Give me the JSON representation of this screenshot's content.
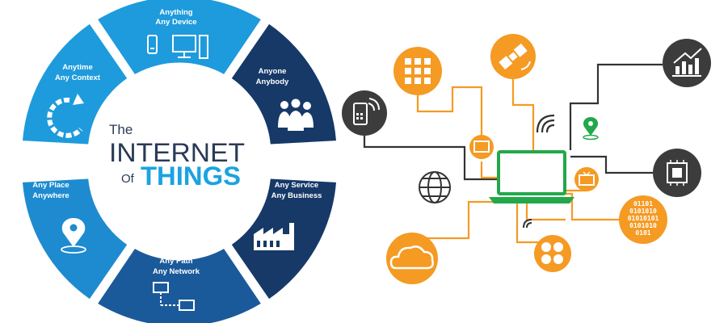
{
  "title": {
    "line1": "The",
    "line2": "INTERNET",
    "line3_prefix": "Of",
    "line3": "THINGS"
  },
  "segments": [
    {
      "line1": "Anything",
      "line2": "Any Device",
      "icon": "device-icon",
      "color": "#1e9bdc"
    },
    {
      "line1": "Anyone",
      "line2": "Anybody",
      "icon": "people-icon",
      "color": "#163968"
    },
    {
      "line1": "Any Service",
      "line2": "Any Business",
      "icon": "factory-icon",
      "color": "#163968"
    },
    {
      "line1": "Any Path",
      "line2": "Any Network",
      "icon": "network-path-icon",
      "color": "#1b5a9a"
    },
    {
      "line1": "Any Place",
      "line2": "Anywhere",
      "icon": "location-pin-icon",
      "color": "#1e8bd0"
    },
    {
      "line1": "Anytime",
      "line2": "Any Context",
      "icon": "refresh-icon",
      "color": "#1e9bdc"
    }
  ],
  "network": {
    "binary_lines": [
      "01101",
      "0101010",
      "01010101",
      "0101010",
      "0101"
    ],
    "colors": {
      "orange": "#f59a23",
      "dark": "#333333",
      "green": "#22a84a",
      "hub_fill": "#3c3c3c"
    }
  }
}
